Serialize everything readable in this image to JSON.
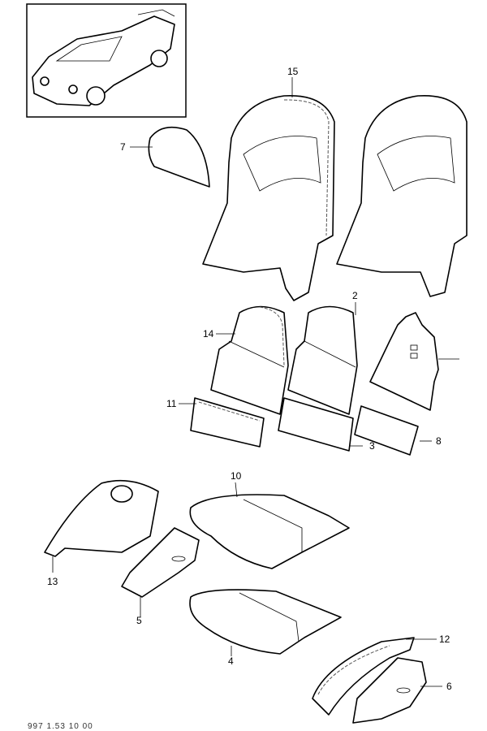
{
  "diagram": {
    "footer_code": "997 1.53 10 00",
    "callouts": [
      {
        "id": "15",
        "label": "15"
      },
      {
        "id": "7",
        "label": "7"
      },
      {
        "id": "2",
        "label": "2"
      },
      {
        "id": "14",
        "label": "14"
      },
      {
        "id": "11",
        "label": "11"
      },
      {
        "id": "3",
        "label": "3"
      },
      {
        "id": "8",
        "label": "8"
      },
      {
        "id": "10",
        "label": "10"
      },
      {
        "id": "13",
        "label": "13"
      },
      {
        "id": "5",
        "label": "5"
      },
      {
        "id": "4",
        "label": "4"
      },
      {
        "id": "12",
        "label": "12"
      },
      {
        "id": "6",
        "label": "6"
      }
    ]
  }
}
